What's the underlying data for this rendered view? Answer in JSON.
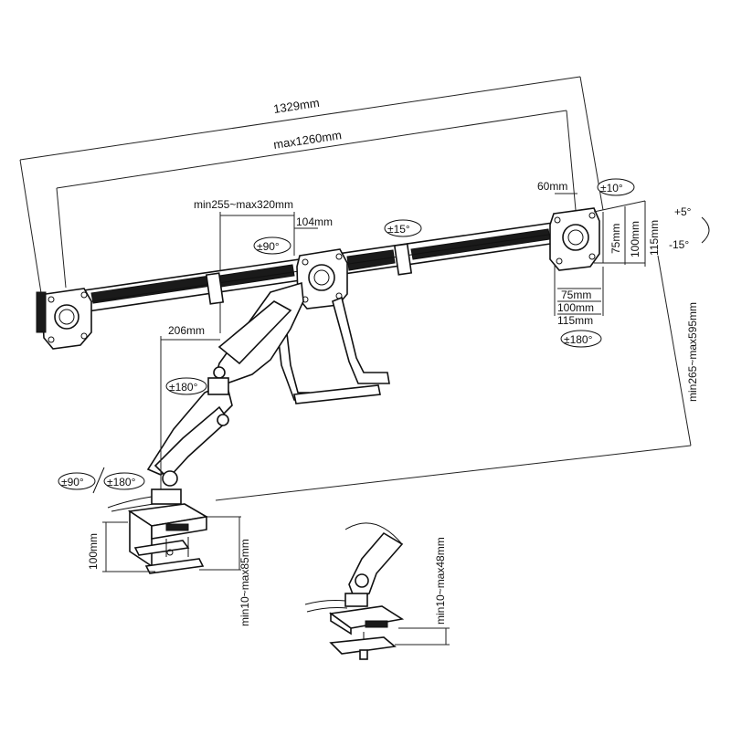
{
  "dimensions": {
    "overall_width": "1329mm",
    "max_width": "max1260mm",
    "arm_extension": "min255~max320mm",
    "center_offset": "104mm",
    "vesa_spacing": "60mm",
    "pole_depth": "206mm",
    "height_range": "min265~max595mm",
    "clamp_height": "100mm",
    "clamp_range": "min10~max85mm",
    "grommet_range": "min10~max48mm"
  },
  "vesa": {
    "vertical": [
      "75mm",
      "100mm",
      "115mm"
    ],
    "horizontal": [
      "75mm",
      "100mm",
      "115mm"
    ]
  },
  "rotations": {
    "tilt_side": "±10°",
    "tilt_up": "+5°",
    "tilt_down": "-15°",
    "center_tilt": "±15°",
    "center_swivel": "±90°",
    "rotate_180_right": "±180°",
    "arm_swivel": "±180°",
    "base_swivel_a": "±90°",
    "base_swivel_b": "±180°"
  }
}
